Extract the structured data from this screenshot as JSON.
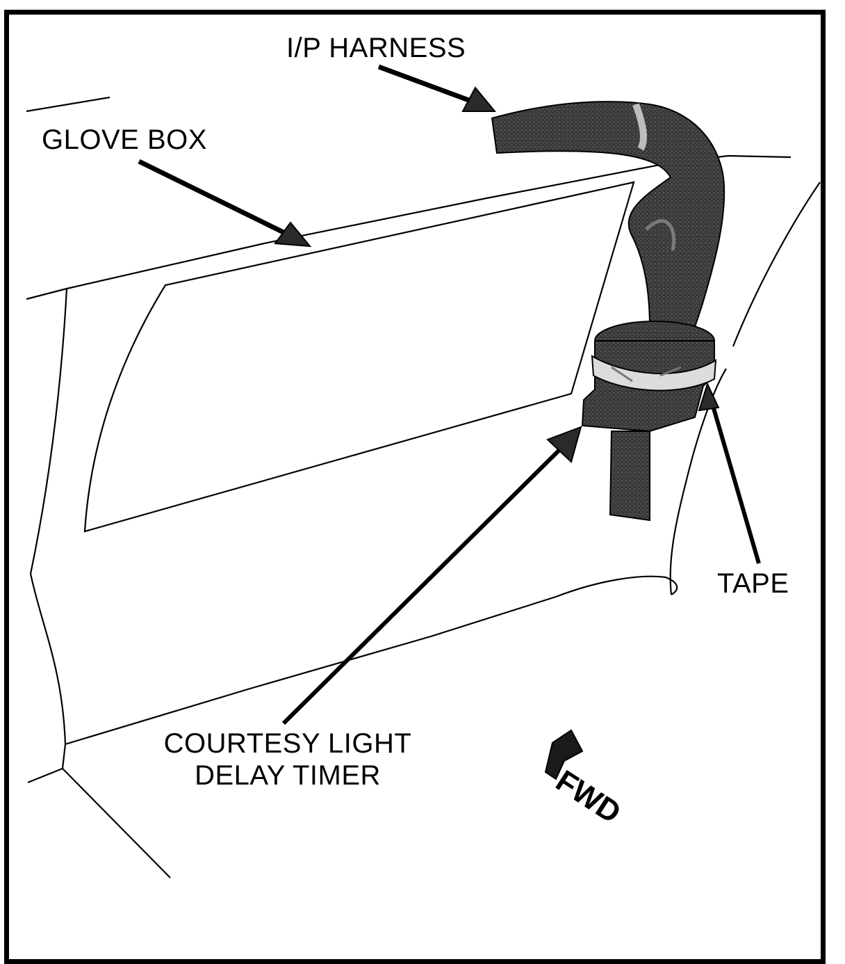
{
  "labels": {
    "ip_harness": "I/P HARNESS",
    "glove_box": "GLOVE BOX",
    "tape": "TAPE",
    "courtesy_line1": "COURTESY LIGHT",
    "courtesy_line2": "DELAY TIMER",
    "fwd": "FWD"
  },
  "colors": {
    "ink": "#000000",
    "paper": "#ffffff",
    "harness": "#3a3a3a",
    "tape": "#d9d9d9"
  }
}
